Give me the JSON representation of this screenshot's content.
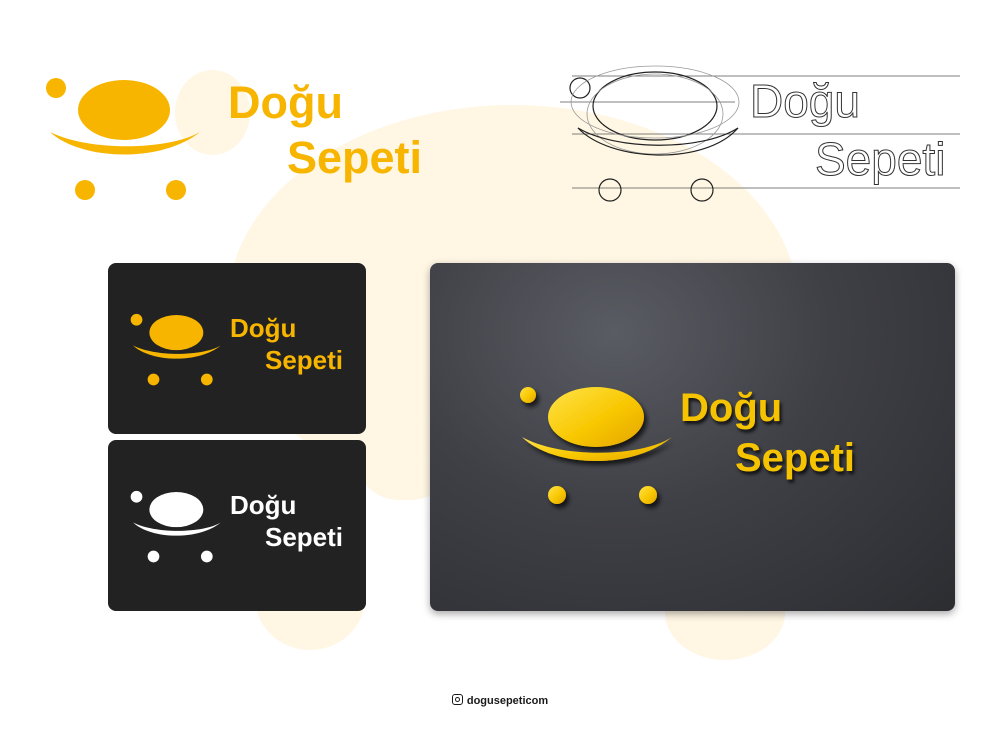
{
  "brand": {
    "line1": "Doğu",
    "line2": "Sepeti"
  },
  "colors": {
    "brand_yellow": "#f7b500",
    "dark_card": "#222222",
    "white": "#ffffff"
  },
  "footer": {
    "icon": "instagram-icon",
    "handle": "dogusepeticom"
  }
}
